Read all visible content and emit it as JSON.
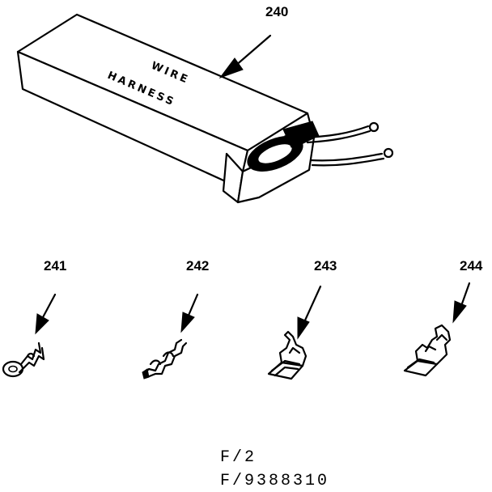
{
  "parts": {
    "harness": {
      "callout": "240",
      "label_line1": "WIRE",
      "label_line2": "HARNESS"
    },
    "terminal_241": {
      "callout": "241"
    },
    "terminal_242": {
      "callout": "242"
    },
    "terminal_243": {
      "callout": "243"
    },
    "terminal_244": {
      "callout": "244"
    }
  },
  "footer": {
    "line1": "F/2",
    "line2": "F/9388310"
  }
}
